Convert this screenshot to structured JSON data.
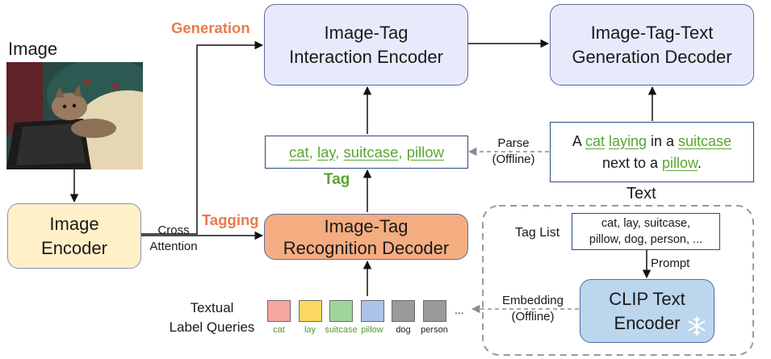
{
  "image": {
    "label": "Image",
    "colors": {
      "sofa": "#2c5a52",
      "cushion": "#e5d7b4",
      "chair": "#1b1b1b",
      "kitten": "#9a7a60"
    }
  },
  "encoders": {
    "image_encoder": [
      "Image",
      "Encoder"
    ],
    "interaction_encoder": [
      "Image-Tag",
      "Interaction Encoder"
    ],
    "generation_decoder": [
      "Image-Tag-Text",
      "Generation Decoder"
    ],
    "recognition_decoder": [
      "Image-Tag",
      "Recognition Decoder"
    ],
    "clip_encoder": [
      "CLIP Text",
      "Encoder"
    ]
  },
  "labels": {
    "generation": "Generation",
    "tagging": "Tagging",
    "tag": "Tag",
    "text": "Text",
    "cross_attention": [
      "Cross",
      "Attention"
    ],
    "parse": [
      "Parse",
      "(Offline)"
    ],
    "embedding": [
      "Embedding",
      "(Offline)"
    ],
    "prompt": "Prompt",
    "tag_list": "Tag List",
    "textual_label_queries": [
      "Textual",
      "Label Queries"
    ],
    "ellipsis": "..."
  },
  "tag_box": {
    "tags": [
      "cat",
      "lay",
      "suitcase",
      "pillow"
    ],
    "separator": ", "
  },
  "caption": {
    "parts": [
      {
        "t": "A ",
        "tag": false
      },
      {
        "t": "cat",
        "tag": true
      },
      {
        "t": " ",
        "tag": false
      },
      {
        "t": "laying",
        "tag": true
      },
      {
        "t": " in a ",
        "tag": false
      },
      {
        "t": "suitcase",
        "tag": true
      }
    ],
    "line2": [
      {
        "t": "next to a ",
        "tag": false
      },
      {
        "t": "pillow",
        "tag": true
      },
      {
        "t": ".",
        "tag": false
      }
    ]
  },
  "tag_list_box": [
    "cat, lay, suitcase,",
    "pillow, dog, person, ..."
  ],
  "queries": [
    {
      "name": "cat",
      "color": "#f4a79d",
      "tag": true
    },
    {
      "name": "lay",
      "color": "#fbd85f",
      "tag": true
    },
    {
      "name": "suitcase",
      "color": "#9ed59b",
      "tag": true
    },
    {
      "name": "pillow",
      "color": "#aec3e8",
      "tag": true
    },
    {
      "name": "dog",
      "color": "#9a9a9a",
      "tag": false
    },
    {
      "name": "person",
      "color": "#9a9a9a",
      "tag": false
    }
  ],
  "colors": {
    "tag_green": "#5aa632",
    "title_orange": "#eb7a4b",
    "snowflake": "#ffffff"
  },
  "icons": {
    "clip_frozen": "snowflake-icon"
  }
}
